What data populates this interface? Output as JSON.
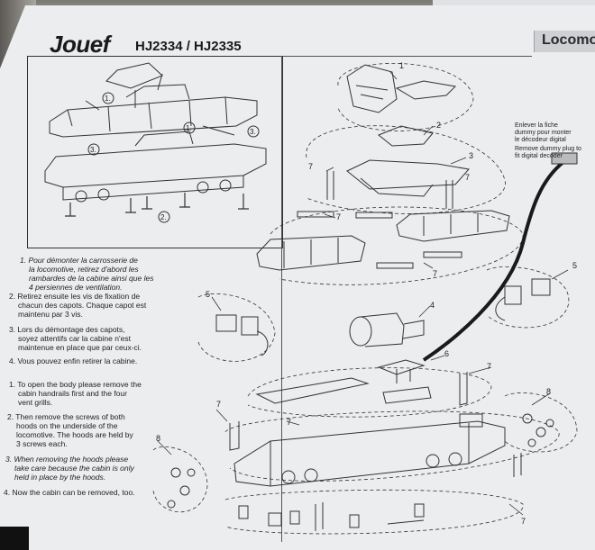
{
  "header": {
    "brand": "Jouef",
    "models": "HJ2334 / HJ2335",
    "tab_text": "Locomo"
  },
  "callouts": {
    "c1": "1.",
    "c2": "2.",
    "c3": "3.",
    "n1": "1",
    "n2": "2",
    "n3": "3",
    "n4": "4",
    "n5": "5",
    "n6": "6",
    "n7": "7",
    "n8": "8"
  },
  "instructions_fr": [
    {
      "line1": "1. Pour démonter la carrosserie de",
      "line2": "la locomotive, retirez d'abord les",
      "line3": "rambardes de la cabine ainsi que les",
      "line4": "4 persiennes de ventilation."
    },
    {
      "line1": "2. Retirez ensuite les vis de fixation de",
      "line2": "chacun des capots. Chaque capot est",
      "line3": "maintenu par 3 vis."
    },
    {
      "line1": "3. Lors du démontage des capots,",
      "line2": "soyez attentifs car la cabine n'est",
      "line3": "maintenue en place que par ceux-ci."
    },
    {
      "line1": "4. Vous pouvez enfin retirer la cabine."
    }
  ],
  "instructions_en": [
    {
      "line1": "1. To open the body please remove the",
      "line2": "cabin handrails first and the four",
      "line3": "vent grills."
    },
    {
      "line1": "2. Then remove the screws of both",
      "line2": "hoods on the underside of the",
      "line3": "locomotive. The hoods are held by",
      "line4": "3 screws each."
    },
    {
      "line1": "3. When removing the hoods please",
      "line2": "take care because the cabin is only",
      "line3": "held in place by the hoods."
    },
    {
      "line1": "4. Now the cabin can be removed, too."
    }
  ],
  "dummy_plug_note": {
    "fr1": "Enlever la fiche",
    "fr2": "dummy pour monter",
    "fr3": "le décodeur digital",
    "en1": "Remove dummy plug to",
    "en2": "fit digital decoder"
  }
}
